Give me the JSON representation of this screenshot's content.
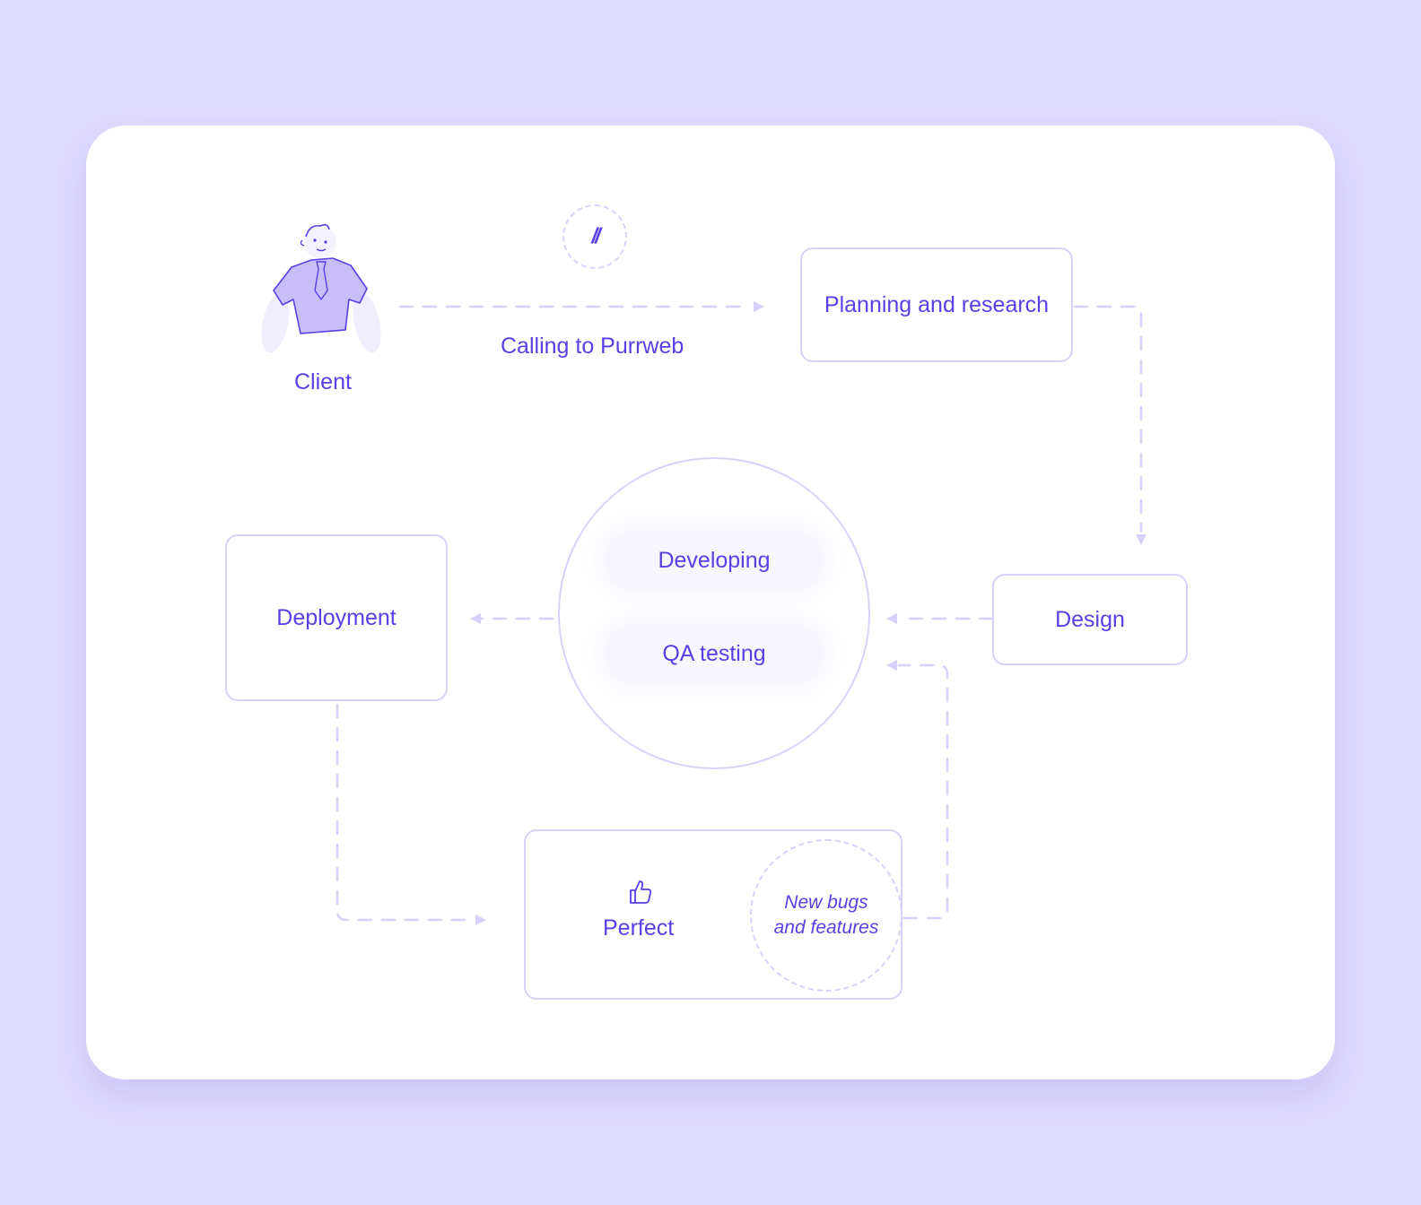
{
  "client": {
    "label": "Client"
  },
  "calling": {
    "label": "Calling to Purrweb",
    "badge": "//"
  },
  "planning": {
    "label": "Planning and research"
  },
  "design": {
    "label": "Design"
  },
  "cycle": {
    "developing": "Developing",
    "qa": "QA testing"
  },
  "deployment": {
    "label": "Deployment"
  },
  "outcome": {
    "perfect": "Perfect",
    "new_bugs": "New bugs and features"
  },
  "colors": {
    "background": "#dfdbfd",
    "card": "#ffffff",
    "accent": "#5a3ee6",
    "border": "#d8d2fb"
  }
}
